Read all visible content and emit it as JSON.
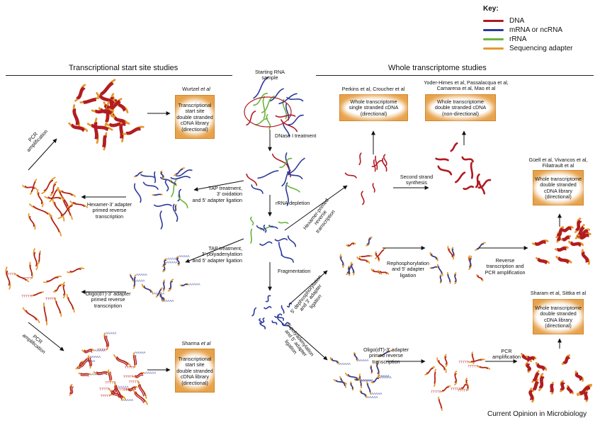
{
  "key": {
    "title": "Key:",
    "items": [
      {
        "label": "DNA",
        "color": "#b01a22"
      },
      {
        "label": "mRNA or ncRNA",
        "color": "#2b3a9a"
      },
      {
        "label": "rRNA",
        "color": "#6cb33f"
      },
      {
        "label": "Sequencing adapter",
        "color": "#e39a2f"
      }
    ]
  },
  "sections": {
    "tss": "Transcriptional start site studies",
    "wt": "Whole transcriptome studies"
  },
  "labels": {
    "starting": "Starting RNA\nsample",
    "dnase": "DNase I treatment",
    "rrna_depletion": "rRNA depletion",
    "fragmentation": "Fragmentation",
    "tap1": "TAP treatment,\n3' oxidation\nand 5' adapter ligation",
    "tap2": "TAP treatment,\n3' polyadenylation\nand 5' adapter ligation",
    "hexamer3": "Hexamer-3' adapter\nprimed reverse\ntranscription",
    "oligo1": "Oligo(dT)-3' adapter\nprimed reverse\ntranscription",
    "pcr1": "PCR\namplification",
    "pcr2": "PCR\namplification",
    "pcr3": "PCR\namplification",
    "hexprimed": "Hexamer-primed\nreverse\ntranscription",
    "second": "Second strand\nsynthesis",
    "rephos": "Rephosphorylation\nand 5' adapter\nligation",
    "revtrans": "Reverse\ntranscription and\nPCR amplification",
    "dephos": "5' dephosphorylation\nand 3' adapter\nligation",
    "polyA": "3' polyadenylation\nand 5' adapter\nligation",
    "oligo2": "Oligo(dT)-3' adapter\nprimed reverse\ntranscription",
    "polyA_tag": "AAAAA",
    "polyT_tag": "TTTTT"
  },
  "boxes": {
    "wurtzel": {
      "cite_names": "Wurtzel",
      "cite_etal": " et al",
      "text": "Transcriptional\nstart site\ndouble stranded\ncDNA library\n(directional)"
    },
    "sharma": {
      "cite_names": "Sharma",
      "cite_etal": " et al",
      "text": "Transcriptional\nstart site\ndouble stranded\ncDNA library\n(directional)"
    },
    "perkins": {
      "cite": "Perkins et al, Croucher et al",
      "text": "Whole transcriptome\nsingle stranded cDNA\n(directional)"
    },
    "yoder": {
      "cite": "Yoder-Himes et al, Passalacqua et al,\nCamarena et al, Mao et al",
      "text": "Whole transcriptome\ndouble stranded cDNA\n(non-directional)"
    },
    "guell": {
      "cite": "Güell et al, Vivancos et al,\nFiliatrault et al",
      "text": "Whole transcriptome\ndouble stranded\ncDNA library\n(directional)"
    },
    "sharam": {
      "cite": "Sharam et al, Sittka et al",
      "text": "Whole transcriptome\ndouble stranded\ncDNA library\n(directional)"
    }
  },
  "footer": "Current Opinion in Microbiology"
}
